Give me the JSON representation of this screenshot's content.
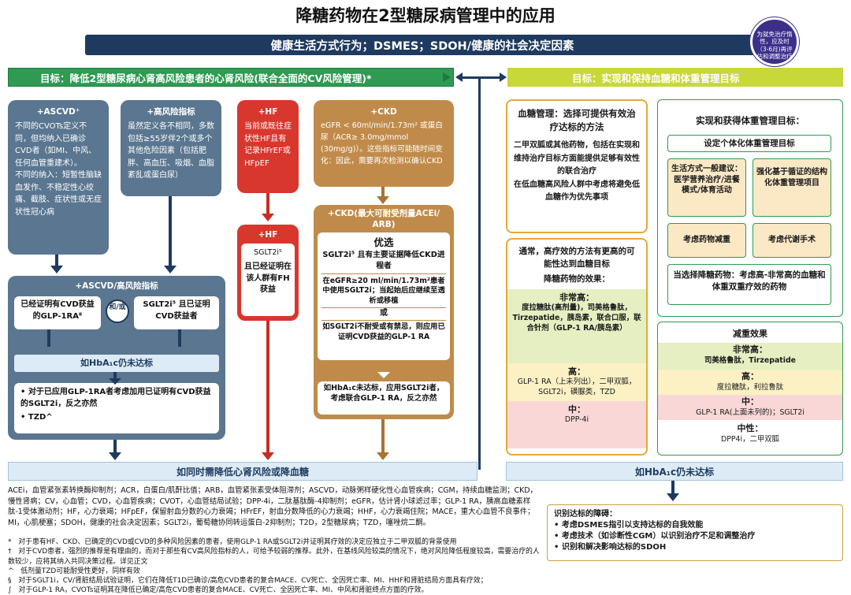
{
  "title": "降糖药物在2型糖尿病管理中的应用",
  "lifestyle_bar": "健康生活方式行为；DSMES；SDOH/健康的社会决定因素",
  "badge": "为就免治疗惰性，应及时（3-6月)再评估和调整治疗",
  "left_header": "目标：降低2型糖尿病心肾高风险患者的心肾风险(联合全面的CV风险管理)*",
  "right_header": "目标：实现和保持血糖和体重管理目标",
  "card_ascvd": {
    "title": "+ASCVD⁺",
    "body": "不同的CVOTs定义不同，但均纳入已确诊CVD者（如MI、中风、任何血管重建术）。\n不同的纳入：短暂性脑缺血发作、不稳定性心绞痛、截肢、症状性或无症状性冠心病"
  },
  "card_highrisk": {
    "title": "+高风险指标",
    "body": "虽然定义各不相同，多数包括≥55岁伴2个或多个其他危险因素（包括肥胖、高血压、吸烟、血脂紊乱或蛋白尿）"
  },
  "card_hf": {
    "title": "+HF",
    "body": "当前或既往症状性HF且有记录HFrEF或HFpEF"
  },
  "card_ckd": {
    "title": "+CKD",
    "body": "eGFR < 60ml/min/1.73m² 或蛋白尿（ACR≥ 3.0mg/mmol (30mg/g)）。这些指标可能随时间变化：因此，需要再次检测以确认CKD"
  },
  "card_hf2": {
    "title": "+HF",
    "sglt": "SGLT2i⁵",
    "body": "且已经证明在该人群有FH获益"
  },
  "card_ckd2": {
    "title": "+CKD(最大可耐受剂量ACEi/ ARB)",
    "pref": "优选",
    "p1": "SGLT2i⁵ 且有主要证据降低CKD进程者",
    "p2": "在eGFR≥20 ml/min/1.73m²患者中使用SGLT2i；当起始后应继续至透析或移植",
    "or": "或",
    "p3": "如SGLT2i不耐受或有禁忌，则应用已证明CVD获益的GLP-1 RA"
  },
  "ckd_bottom": "如HbA₁c未达标，应用SGLT2i者，考虑联合GLP-1 RA，反之亦然",
  "ascvd_panel": {
    "title": "+ASCVD/高风险指标",
    "left": "已经证明有CVD获益的GLP-1RA⁸",
    "or": "和/或",
    "right": "SGLT2i⁵ 且已证明CVD获益者",
    "hba1c": "如HbA₁c仍未达标",
    "b1": "对于已应用GLP-1RA者考虑加用已证明有CVD获益的SGLT2i，反之亦然",
    "b2": "TZD^"
  },
  "bottom_left_bar": "如同时需降低心肾风险或降血糖",
  "bottom_right_bar": "如HbA₁c仍未达标",
  "glucose": {
    "title": "血糖管理：选择可提供有效治疗达标的方法",
    "body": "二甲双胍或其他药物，包括在实现和维持治疗目标方面能提供足够有效性的联合治疗\n在低血糖高风险人群中考虑将避免低血糖作为优先事项"
  },
  "efficacy": {
    "intro": "通常，高疗效的方法有更高的可能性达到血糖目标",
    "head": "降糖药物的效果：",
    "vh": "非常高：",
    "vh_body": "度拉糖肽(高剂量)，司美格鲁肽，Tirzepatide，胰岛素，联合口服，联合针剂（GLP-1 RA/胰岛素）",
    "h": "高：",
    "h_body": "GLP-1 RA（上未列出），二甲双胍，SGLT2i，磺脲类，TZD",
    "m": "中：",
    "m_body": "DPP-4i"
  },
  "weight": {
    "title": "实现和获得体重管理目标：",
    "set": "设定个体化体重管理目标",
    "life": "生活方式一般建议：医学营养治疗/进餐模式/体育活动",
    "intense": "强化基于循证的结构化体重管理项目",
    "drug": "考虑药物减重",
    "surgery": "考虑代谢手术",
    "choose": "当选择降糖药物：考虑高-非常高的血糖和体重双重疗效的药物"
  },
  "wloss": {
    "head": "减重效果",
    "vh": "非常高：",
    "vh_body": "司美格鲁肽，Tirzepatide",
    "h": "高：",
    "h_body": "度拉糖肽，利拉鲁肽",
    "m": "中：",
    "m_body": "GLP-1 RA(上面未列的)；SGLT2i",
    "n": "中性：",
    "n_body": "DPP4i，二甲双胍"
  },
  "barriers": {
    "head": "识别达标的障碍：",
    "items": [
      "考虑DSMES指引以支持达标的自我效能",
      "考虑技术（如诊断性CGM）以识别治疗不足和调整治疗",
      "识别和解决影响达标的SDOH"
    ]
  },
  "abbrev": "ACEi，血管紧张素转换酶抑制剂；ACR，白蛋白/肌酐比值；ARB，血管紧张素受体阻滞剂；ASCVD，动脉粥样硬化性心血管疾病；CGM，持续血糖监测；CKD，慢性肾病；CV，心血管；CVD，心血管疾病；CVOT，心血管结局试验；DPP-4i，二肽基肽酶-4抑制剂；eGFR，估计肾小球滤过率；GLP-1 RA，胰高血糖素样肽-1受体激动剂；HF，心力衰竭；HFpEF，保留射血分数的心力衰竭；HFrEF，射血分数降低的心力衰竭；HHF，心力衰竭住院；MACE，重大心血管不良事件；MI，心肌梗塞；SDOH，健康的社会决定因素；SGLT2i，葡萄糖协同转运蛋白-2抑制剂；T2D，2型糖尿病；TZD，噻唑烷二酮。",
  "notes": [
    "*　对于患有HF、CKD、已确定的CVD或CVD的多种风险因素的患者，使用GLP-1 RA或SGLT2i并证明其疗效的决定应独立于二甲双胍的背景使用",
    "†　对于CVD患者，强烈的推荐是有理由的，而对于那些有CV高风险指标的人，可给予较弱的推荐。此外，在基线风险较高的情况下，绝对风险降低程度较高，需要治疗的人数较少，应将其纳入共同决策过程。详见正文",
    "^　低剂量TZD可能耐受性更好，同样有效",
    "§　对于SGLT1i，CV/肾脏结局试验证明，它们在降低T1D已确诊/高危CVD患者的复合MACE、CV死亡、全因死亡率、MI、HHF和肾脏结局方面具有疗效；",
    "∫　对于GLP-1 RA，CVOTs证明其在降低已确定/高危CVD患者的复合MACE、CV死亡、全因死亡率、MI、中风和肾脏终点方面的疗效。"
  ]
}
